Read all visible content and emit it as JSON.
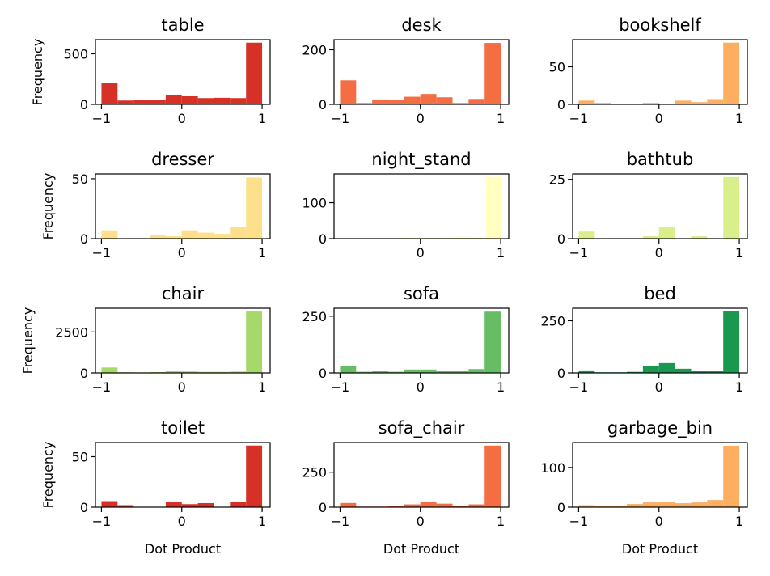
{
  "chart_data": [
    {
      "type": "bar",
      "title": "table",
      "ylabel": "Frequency",
      "xlabel": "",
      "bins": [
        -1,
        -0.8,
        -0.6,
        -0.4,
        -0.2,
        0,
        0.2,
        0.4,
        0.6,
        0.8,
        1
      ],
      "values": [
        210,
        38,
        40,
        40,
        90,
        80,
        62,
        65,
        62,
        610
      ],
      "ylim": [
        0,
        640
      ],
      "yticks": [
        0,
        500
      ],
      "xticks": [
        -1,
        0,
        1
      ],
      "color": "#d73027"
    },
    {
      "type": "bar",
      "title": "desk",
      "ylabel": "",
      "xlabel": "",
      "bins": [
        -1,
        -0.8,
        -0.6,
        -0.4,
        -0.2,
        0,
        0.2,
        0.4,
        0.6,
        0.8,
        1
      ],
      "values": [
        88,
        5,
        18,
        15,
        28,
        38,
        26,
        5,
        20,
        225
      ],
      "ylim": [
        0,
        237
      ],
      "yticks": [
        0,
        200
      ],
      "xticks": [
        -1,
        0,
        1
      ],
      "color": "#f46d43"
    },
    {
      "type": "bar",
      "title": "bookshelf",
      "ylabel": "",
      "xlabel": "",
      "bins": [
        -1,
        -0.8,
        -0.6,
        -0.4,
        -0.2,
        0,
        0.2,
        0.4,
        0.6,
        0.8,
        1
      ],
      "values": [
        5,
        2,
        0,
        1,
        2,
        1,
        5,
        3,
        7,
        82
      ],
      "ylim": [
        0,
        86
      ],
      "yticks": [
        0,
        50
      ],
      "xticks": [
        -1,
        0,
        1
      ],
      "color": "#fdae61"
    },
    {
      "type": "bar",
      "title": "dresser",
      "ylabel": "Frequency",
      "xlabel": "",
      "bins": [
        -1,
        -0.8,
        -0.6,
        -0.4,
        -0.2,
        0,
        0.2,
        0.4,
        0.6,
        0.8,
        1
      ],
      "values": [
        7,
        0,
        0,
        3,
        2,
        7,
        5,
        4,
        10,
        51
      ],
      "ylim": [
        0,
        54
      ],
      "yticks": [
        0,
        50
      ],
      "xticks": [
        -1,
        0,
        1
      ],
      "color": "#fee08b"
    },
    {
      "type": "bar",
      "title": "night_stand",
      "ylabel": "",
      "xlabel": "",
      "bins": [
        -0.85,
        -0.665,
        -0.48,
        -0.295,
        -0.11,
        0.075,
        0.26,
        0.445,
        0.63,
        0.815,
        1
      ],
      "values": [
        1,
        1,
        1,
        3,
        2,
        3,
        2,
        5,
        3,
        172
      ],
      "ylim": [
        0,
        180
      ],
      "yticks": [
        0,
        100
      ],
      "xticks": [
        0,
        1
      ],
      "color": "#ffffbf"
    },
    {
      "type": "bar",
      "title": "bathtub",
      "ylabel": "",
      "xlabel": "",
      "bins": [
        -1,
        -0.8,
        -0.6,
        -0.4,
        -0.2,
        0,
        0.2,
        0.4,
        0.6,
        0.8,
        1
      ],
      "values": [
        3,
        0,
        0,
        0,
        1,
        5,
        0,
        1,
        0,
        26
      ],
      "ylim": [
        0,
        27.3
      ],
      "yticks": [
        0,
        25
      ],
      "xticks": [
        -1,
        0,
        1
      ],
      "color": "#d9ef8b"
    },
    {
      "type": "bar",
      "title": "chair",
      "ylabel": "Frequency",
      "xlabel": "",
      "bins": [
        -1,
        -0.8,
        -0.6,
        -0.4,
        -0.2,
        0,
        0.2,
        0.4,
        0.6,
        0.8,
        1
      ],
      "values": [
        330,
        40,
        30,
        50,
        100,
        90,
        60,
        60,
        80,
        3750
      ],
      "ylim": [
        0,
        3950
      ],
      "yticks": [
        0,
        2500
      ],
      "xticks": [
        -1,
        0,
        1
      ],
      "color": "#a6d96a"
    },
    {
      "type": "bar",
      "title": "sofa",
      "ylabel": "",
      "xlabel": "",
      "bins": [
        -1,
        -0.8,
        -0.6,
        -0.4,
        -0.2,
        0,
        0.2,
        0.4,
        0.6,
        0.8,
        1
      ],
      "values": [
        30,
        5,
        8,
        5,
        15,
        15,
        10,
        10,
        17,
        270
      ],
      "ylim": [
        0,
        285
      ],
      "yticks": [
        0,
        250
      ],
      "xticks": [
        -1,
        0,
        1
      ],
      "color": "#66bd63"
    },
    {
      "type": "bar",
      "title": "bed",
      "ylabel": "",
      "xlabel": "",
      "bins": [
        -1,
        -0.8,
        -0.6,
        -0.4,
        -0.2,
        0,
        0.2,
        0.4,
        0.6,
        0.8,
        1
      ],
      "values": [
        12,
        3,
        3,
        5,
        35,
        47,
        20,
        10,
        10,
        295
      ],
      "ylim": [
        0,
        310
      ],
      "yticks": [
        0,
        250
      ],
      "xticks": [
        -1,
        0,
        1
      ],
      "color": "#1a9850"
    },
    {
      "type": "bar",
      "title": "toilet",
      "ylabel": "Frequency",
      "xlabel": "Dot Product",
      "bins": [
        -1,
        -0.8,
        -0.6,
        -0.4,
        -0.2,
        0,
        0.2,
        0.4,
        0.6,
        0.8,
        1
      ],
      "values": [
        6,
        2,
        0,
        0,
        5,
        3,
        4,
        0,
        5,
        61
      ],
      "ylim": [
        0,
        64
      ],
      "yticks": [
        0,
        50
      ],
      "xticks": [
        -1,
        0,
        1
      ],
      "color": "#d73027"
    },
    {
      "type": "bar",
      "title": "sofa_chair",
      "ylabel": "",
      "xlabel": "Dot Product",
      "bins": [
        -1,
        -0.8,
        -0.6,
        -0.4,
        -0.2,
        0,
        0.2,
        0.4,
        0.6,
        0.8,
        1
      ],
      "values": [
        30,
        4,
        4,
        10,
        20,
        35,
        25,
        10,
        20,
        440
      ],
      "ylim": [
        0,
        462
      ],
      "yticks": [
        0,
        250
      ],
      "xticks": [
        -1,
        0,
        1
      ],
      "color": "#f46d43"
    },
    {
      "type": "bar",
      "title": "garbage_bin",
      "ylabel": "",
      "xlabel": "Dot Product",
      "bins": [
        -1,
        -0.8,
        -0.6,
        -0.4,
        -0.2,
        0,
        0.2,
        0.4,
        0.6,
        0.8,
        1
      ],
      "values": [
        5,
        3,
        3,
        8,
        12,
        14,
        10,
        12,
        18,
        155
      ],
      "ylim": [
        0,
        163
      ],
      "yticks": [
        0,
        100
      ],
      "xticks": [
        -1,
        0,
        1
      ],
      "color": "#fdae61"
    }
  ]
}
